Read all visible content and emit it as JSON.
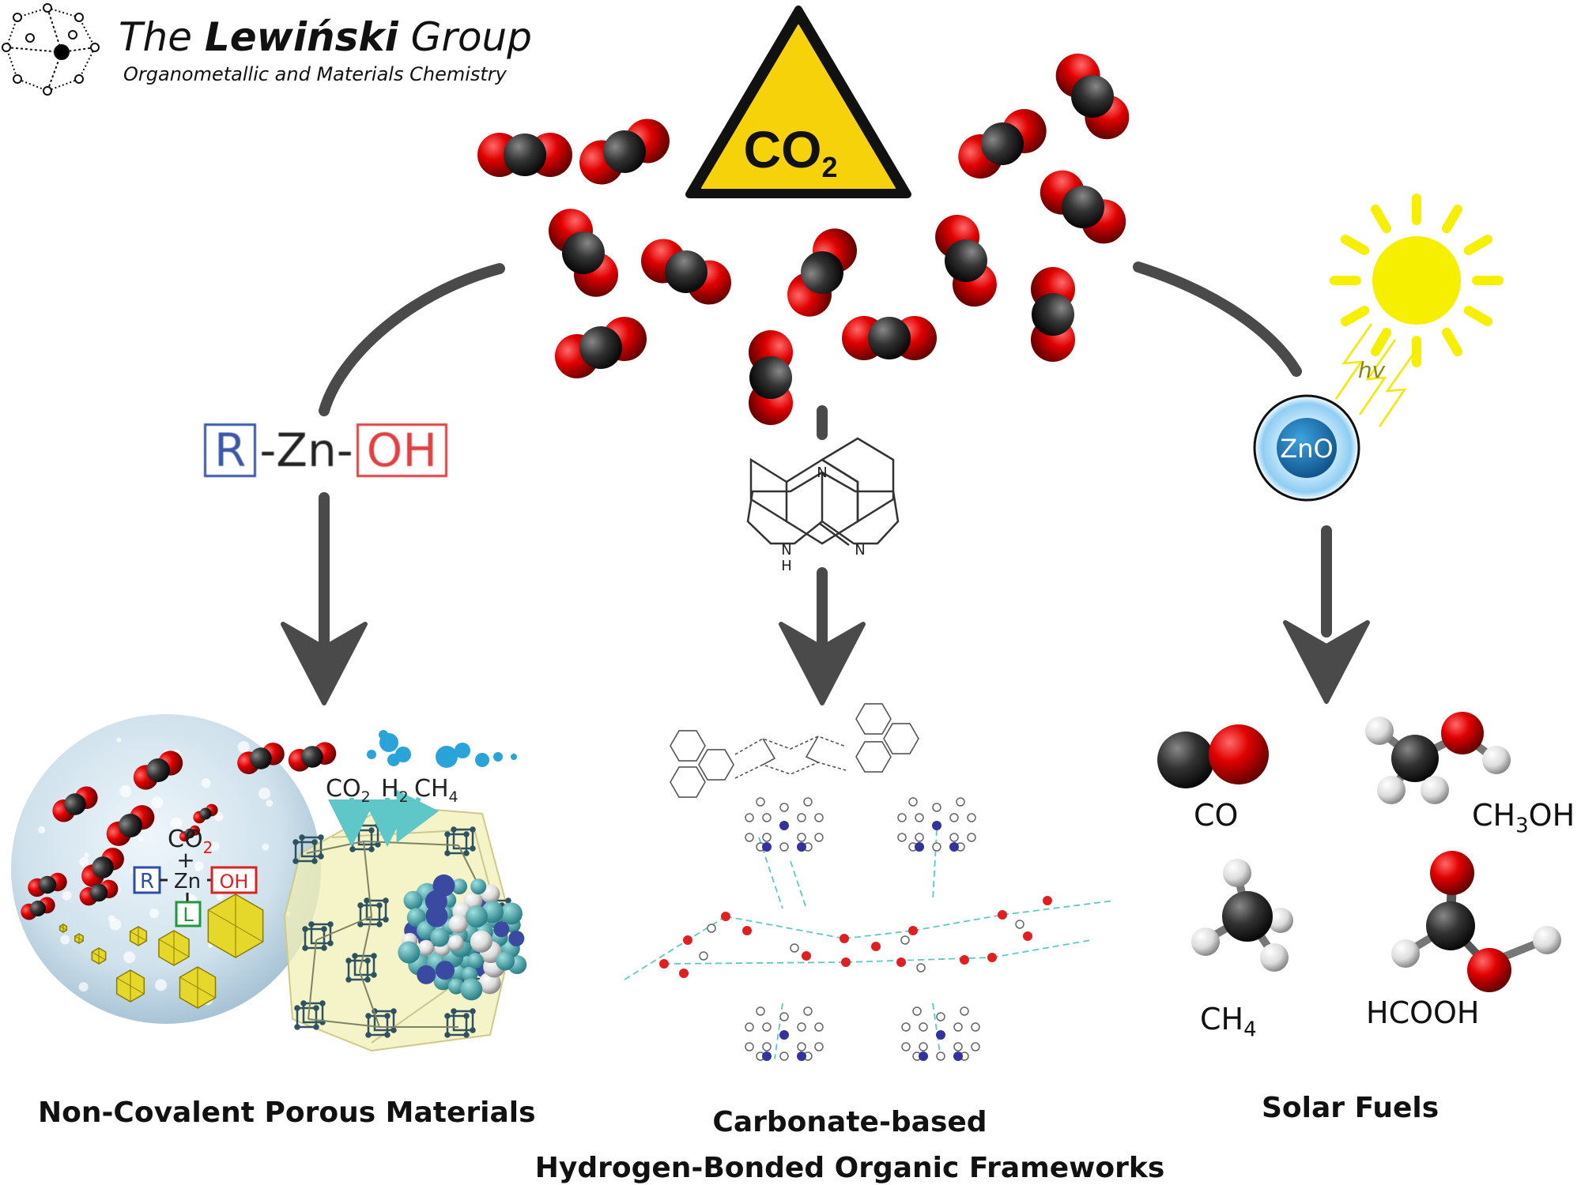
{
  "logo": {
    "title_pre": "The ",
    "title_bold": "Lewiński",
    "title_post": " Group",
    "subtitle": "Organometallic and Materials Chemistry",
    "icon": "cluster-network-icon"
  },
  "hazard": {
    "label": "CO",
    "label_sub": "2",
    "icon": "warning-triangle-icon",
    "fill_color": "#f5d20a"
  },
  "left_branch": {
    "reagent_r": "R",
    "reagent_zn": "-Zn-",
    "reagent_oh": "OH",
    "caption": "Non-Covalent Porous Materials",
    "inset": {
      "co2": "CO",
      "co2_sub": "2",
      "plus": "+",
      "r": "R",
      "zn": "Zn",
      "oh": "OH",
      "l": "L",
      "gas_co2": "CO",
      "gas_co2_sub": "2",
      "gas_h2": "H",
      "gas_h2_sub": "2",
      "gas_ch4": "CH",
      "gas_ch4_sub": "4"
    }
  },
  "middle_branch": {
    "amine_n1": "N",
    "amine_n2": "N",
    "amine_nh": "N",
    "amine_h": "H",
    "caption_line1": "Carbonate-based",
    "caption_line2": "Hydrogen-Bonded Organic Frameworks"
  },
  "right_branch": {
    "hv": "hv",
    "catalyst": "ZnO",
    "caption": "Solar Fuels",
    "products": [
      {
        "name": "CO",
        "main": "CO",
        "sub": "",
        "tail": ""
      },
      {
        "name": "methanol",
        "main": "CH",
        "sub": "3",
        "tail": "OH"
      },
      {
        "name": "methane",
        "main": "CH",
        "sub": "4",
        "tail": ""
      },
      {
        "name": "formic-acid",
        "main": "HCOOH",
        "sub": "",
        "tail": ""
      }
    ]
  },
  "colors": {
    "arrow": "#4a4a4a",
    "oxygen": "#e00000",
    "carbon": "#2b2b2b",
    "sun": "#f7ef00",
    "zno": "#1e7fc0",
    "nitrogen": "#3333aa",
    "hbond": "#5fc7c7"
  }
}
